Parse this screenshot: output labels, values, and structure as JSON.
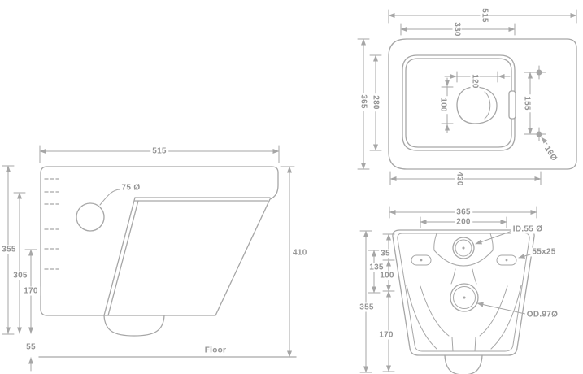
{
  "side_view": {
    "width": "515",
    "inlet_hole": "75 Ø",
    "mount_height_1": "355",
    "mount_height_2": "305",
    "mount_height_3": "170",
    "floor_gap": "55",
    "overall_height": "410",
    "floor_label": "Floor"
  },
  "top_view": {
    "width": "515",
    "rim_width": "330",
    "depth": "365",
    "rim_depth": "280",
    "outlet_width": "120",
    "outlet_depth": "100",
    "fixing_hole_spacing": "155",
    "front_width": "430",
    "fixing_hole_dia": "16Ø"
  },
  "back_view": {
    "width": "365",
    "slot_spacing": "200",
    "inlet_dia": "ID.55 Ø",
    "slot_size": "55x25",
    "offset_1": "35",
    "offset_2": "135",
    "offset_3": "100",
    "height": "355",
    "outlet_height": "170",
    "outlet_dia": "OD.97Ø"
  },
  "colors": {
    "line": "#a6a6a6",
    "text": "#949494",
    "background": "#ffffff"
  }
}
